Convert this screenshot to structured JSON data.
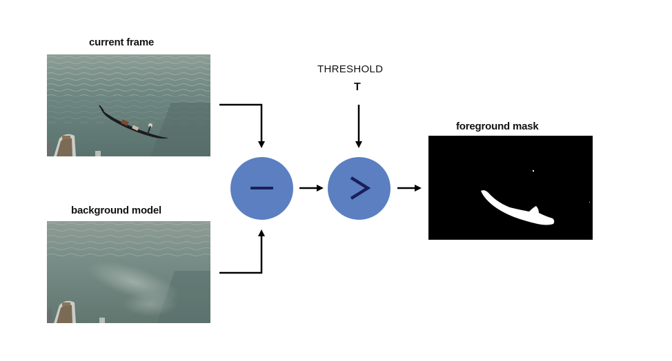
{
  "labels": {
    "current_frame": "current frame",
    "background_model": "background model",
    "threshold": "THRESHOLD",
    "threshold_symbol": "T",
    "foreground_mask": "foreground mask"
  },
  "operators": {
    "subtract": {
      "icon": "minus-icon"
    },
    "compare": {
      "icon": "greater-than-icon"
    }
  },
  "colors": {
    "operator_fill": "#5b7fc0",
    "operator_glyph": "#1a1f5c",
    "arrow": "#000000",
    "mask_background": "#000000",
    "mask_foreground": "#ffffff",
    "water": "#5f7a74"
  }
}
